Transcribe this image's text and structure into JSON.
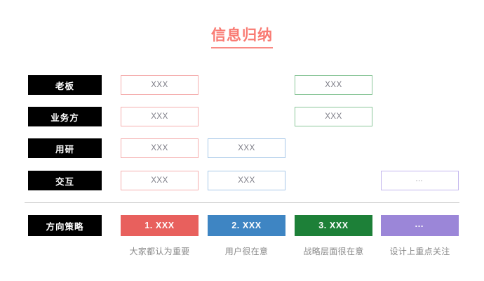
{
  "slide": {
    "title": "信息归纳",
    "title_color": "#F97A72"
  },
  "matrix": {
    "rows": [
      {
        "label": "老板",
        "cells": [
          {
            "text": "XXX",
            "color": "red"
          },
          {
            "text": "",
            "color": "none"
          },
          {
            "text": "XXX",
            "color": "green"
          },
          {
            "text": "",
            "color": "none"
          }
        ]
      },
      {
        "label": "业务方",
        "cells": [
          {
            "text": "XXX",
            "color": "red"
          },
          {
            "text": "",
            "color": "none"
          },
          {
            "text": "XXX",
            "color": "green"
          },
          {
            "text": "",
            "color": "none"
          }
        ]
      },
      {
        "label": "用研",
        "cells": [
          {
            "text": "XXX",
            "color": "red"
          },
          {
            "text": "XXX",
            "color": "blue"
          },
          {
            "text": "",
            "color": "none"
          },
          {
            "text": "",
            "color": "none"
          }
        ]
      },
      {
        "label": "交互",
        "cells": [
          {
            "text": "XXX",
            "color": "red"
          },
          {
            "text": "XXX",
            "color": "blue"
          },
          {
            "text": "",
            "color": "none"
          },
          {
            "text": "…",
            "color": "purple"
          }
        ]
      }
    ]
  },
  "strategy": {
    "label": "方向策略",
    "items": [
      {
        "chip": "1. XXX",
        "caption": "大家都认为重要",
        "color": "#E8605D"
      },
      {
        "chip": "2. XXX",
        "caption": "用户很在意",
        "color": "#3E85C3"
      },
      {
        "chip": "3. XXX",
        "caption": "战略层面很在意",
        "color": "#1D8038"
      },
      {
        "chip": "…",
        "caption": "设计上重点关注",
        "color": "#9B86D8"
      }
    ]
  },
  "colors": {
    "border_red": "#F5AFAF",
    "border_blue": "#A8C8E8",
    "border_green": "#8CC79A",
    "border_purple": "#C3B6EE",
    "label_bg": "#000000",
    "divider": "#cfcfcf",
    "caption_text": "#8a8a8a"
  }
}
